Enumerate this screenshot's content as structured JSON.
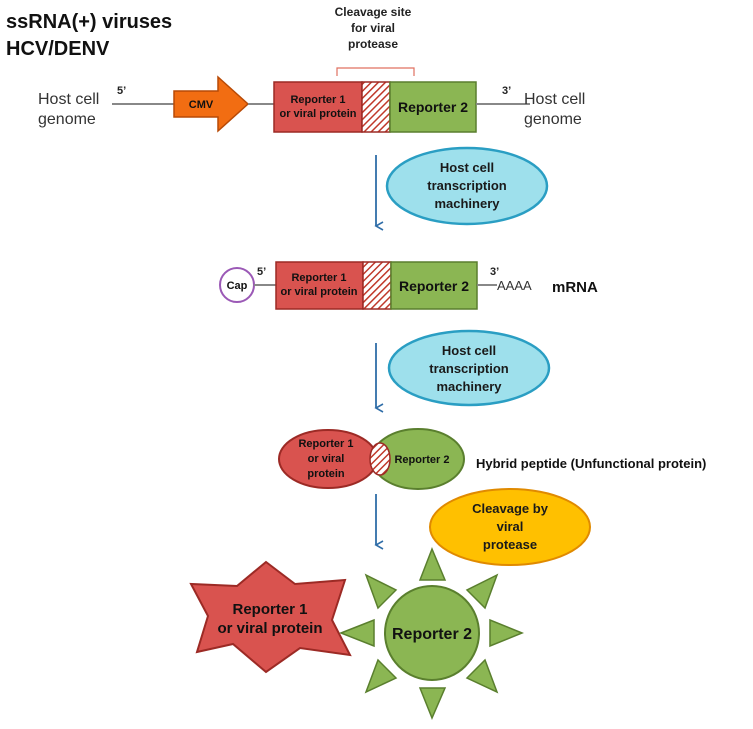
{
  "title": [
    "ssRNA(+) viruses",
    "HCV/DENV"
  ],
  "cleavage_site": [
    "Cleavage site",
    "for viral",
    "protease"
  ],
  "host_left": [
    "Host cell",
    "genome"
  ],
  "host_right": [
    "Host cell",
    "genome"
  ],
  "prime5": "5’",
  "prime3": "3’",
  "cmv": "CMV",
  "reporter1_box": [
    "Reporter 1",
    "or viral protein"
  ],
  "reporter2_box": "Reporter 2",
  "machinery": [
    "Host cell",
    "transcription",
    "machinery"
  ],
  "cap": "Cap",
  "polyA": "AAAA",
  "mrna": "mRNA",
  "hybrid_r1": [
    "Reporter 1",
    "or viral",
    "protein"
  ],
  "hybrid_r2": "Reporter 2",
  "hybrid_label": "Hybrid  peptide (Unfunctional protein)",
  "cleavage_by": [
    "Cleavage by",
    "viral",
    "protease"
  ],
  "final_r1": [
    "Reporter 1",
    "or viral  protein"
  ],
  "final_r2": "Reporter 2",
  "colors": {
    "red": "#d9534f",
    "red_stroke": "#9c2a25",
    "green": "#8bb653",
    "green_stroke": "#5a7f2e",
    "orange": "#f26d12",
    "cyan": "#9ee0ec",
    "cyan_stroke": "#2a9ec3",
    "yellow": "#ffc000",
    "yellow_stroke": "#e08a00",
    "arrow": "#2f6da8"
  }
}
